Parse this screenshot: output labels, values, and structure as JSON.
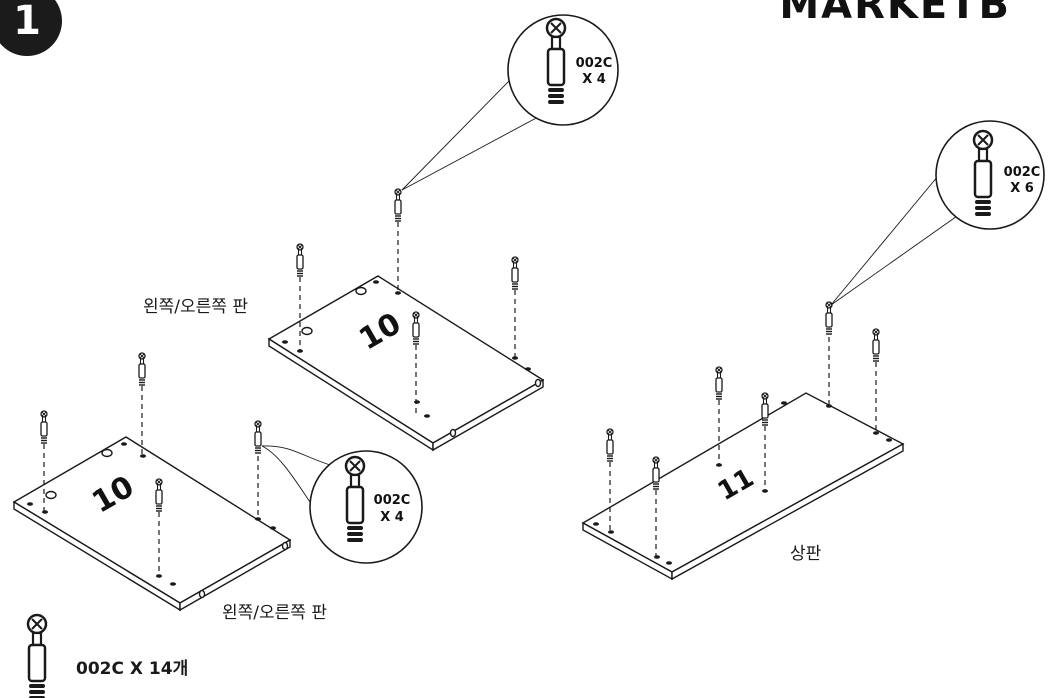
{
  "header": {
    "brand_text": "MARKETB",
    "step_number": "1"
  },
  "parts": {
    "panel_a_number": "10",
    "panel_b_number": "10",
    "panel_c_number": "11",
    "label_side_1": "왼쪽/오른쪽 판",
    "label_side_2": "왼쪽/오른쪽 판",
    "label_top": "상판"
  },
  "callouts": {
    "callout_1": {
      "code": "002C",
      "qty": "X 4"
    },
    "callout_2": {
      "code": "002C",
      "qty": "X 4"
    },
    "callout_3": {
      "code": "002C",
      "qty": "X 6"
    }
  },
  "legend": {
    "text": "002C X 14개"
  },
  "colors": {
    "line": "#1a1a1a",
    "panel_fill": "#ffffff",
    "badge": "#1b1b1b"
  },
  "icons": [
    "cam-dowel-icon",
    "step-badge-icon"
  ]
}
